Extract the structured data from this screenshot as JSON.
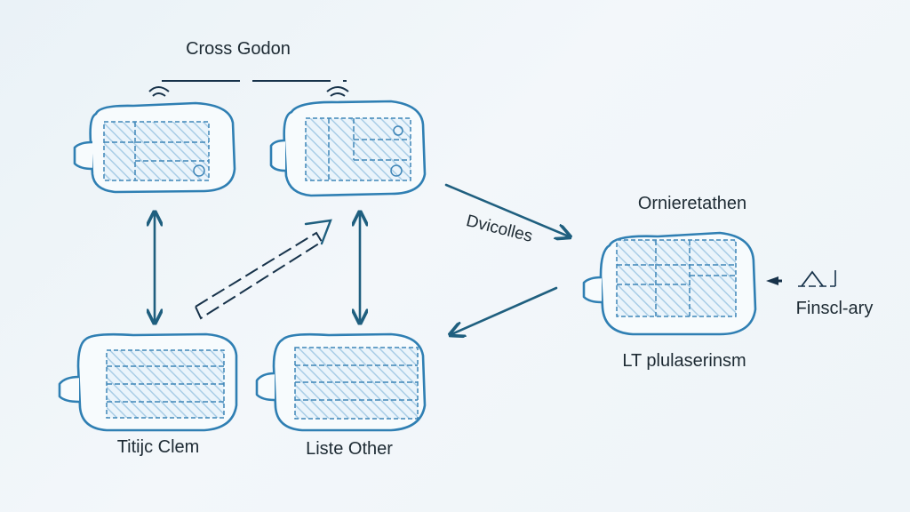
{
  "diagram": {
    "top_title": "Cross Godon",
    "edge_label_devices": "Dvicolles",
    "right_title": "Ornieretathen",
    "right_side_label": "Finscl-ary",
    "right_bottom_label": "LT plulaserinsm",
    "bottom_left_label": "Titijc Clem",
    "bottom_middle_label": "Liste Other"
  },
  "colors": {
    "accent": "#2f7fb3",
    "arrow": "#1f5f7f",
    "hatch": "#a9cde6",
    "background": "#eef4f8"
  }
}
